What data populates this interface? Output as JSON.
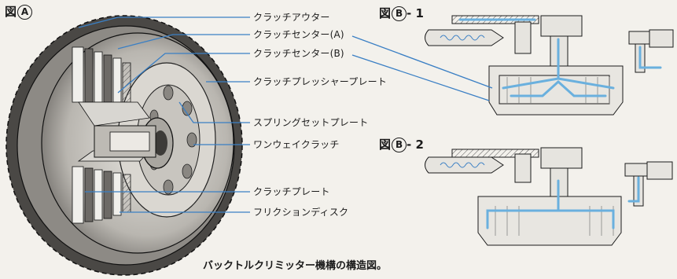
{
  "figure_a": {
    "prefix": "図",
    "mark": "A"
  },
  "figure_b1": {
    "prefix": "図",
    "mark": "B",
    "suffix": "- 1"
  },
  "figure_b2": {
    "prefix": "図",
    "mark": "B",
    "suffix": "- 2"
  },
  "labels": {
    "clutch_outer": "クラッチアウター",
    "clutch_center_a": "クラッチセンター(A)",
    "clutch_center_b": "クラッチセンター(B)",
    "pressure_plate": "クラッチプレッシャープレート",
    "spring_set_plate": "スプリングセットプレート",
    "one_way_clutch": "ワンウェイクラッチ",
    "clutch_plate": "クラッチプレート",
    "friction_disc": "フリクションディスク"
  },
  "caption": "バックトルクリミッター機構の構造図。",
  "colors": {
    "leader": "#3a7fc4",
    "flow": "#6ab0de",
    "line": "#1b1b1b",
    "paper": "#f3f1ec"
  }
}
